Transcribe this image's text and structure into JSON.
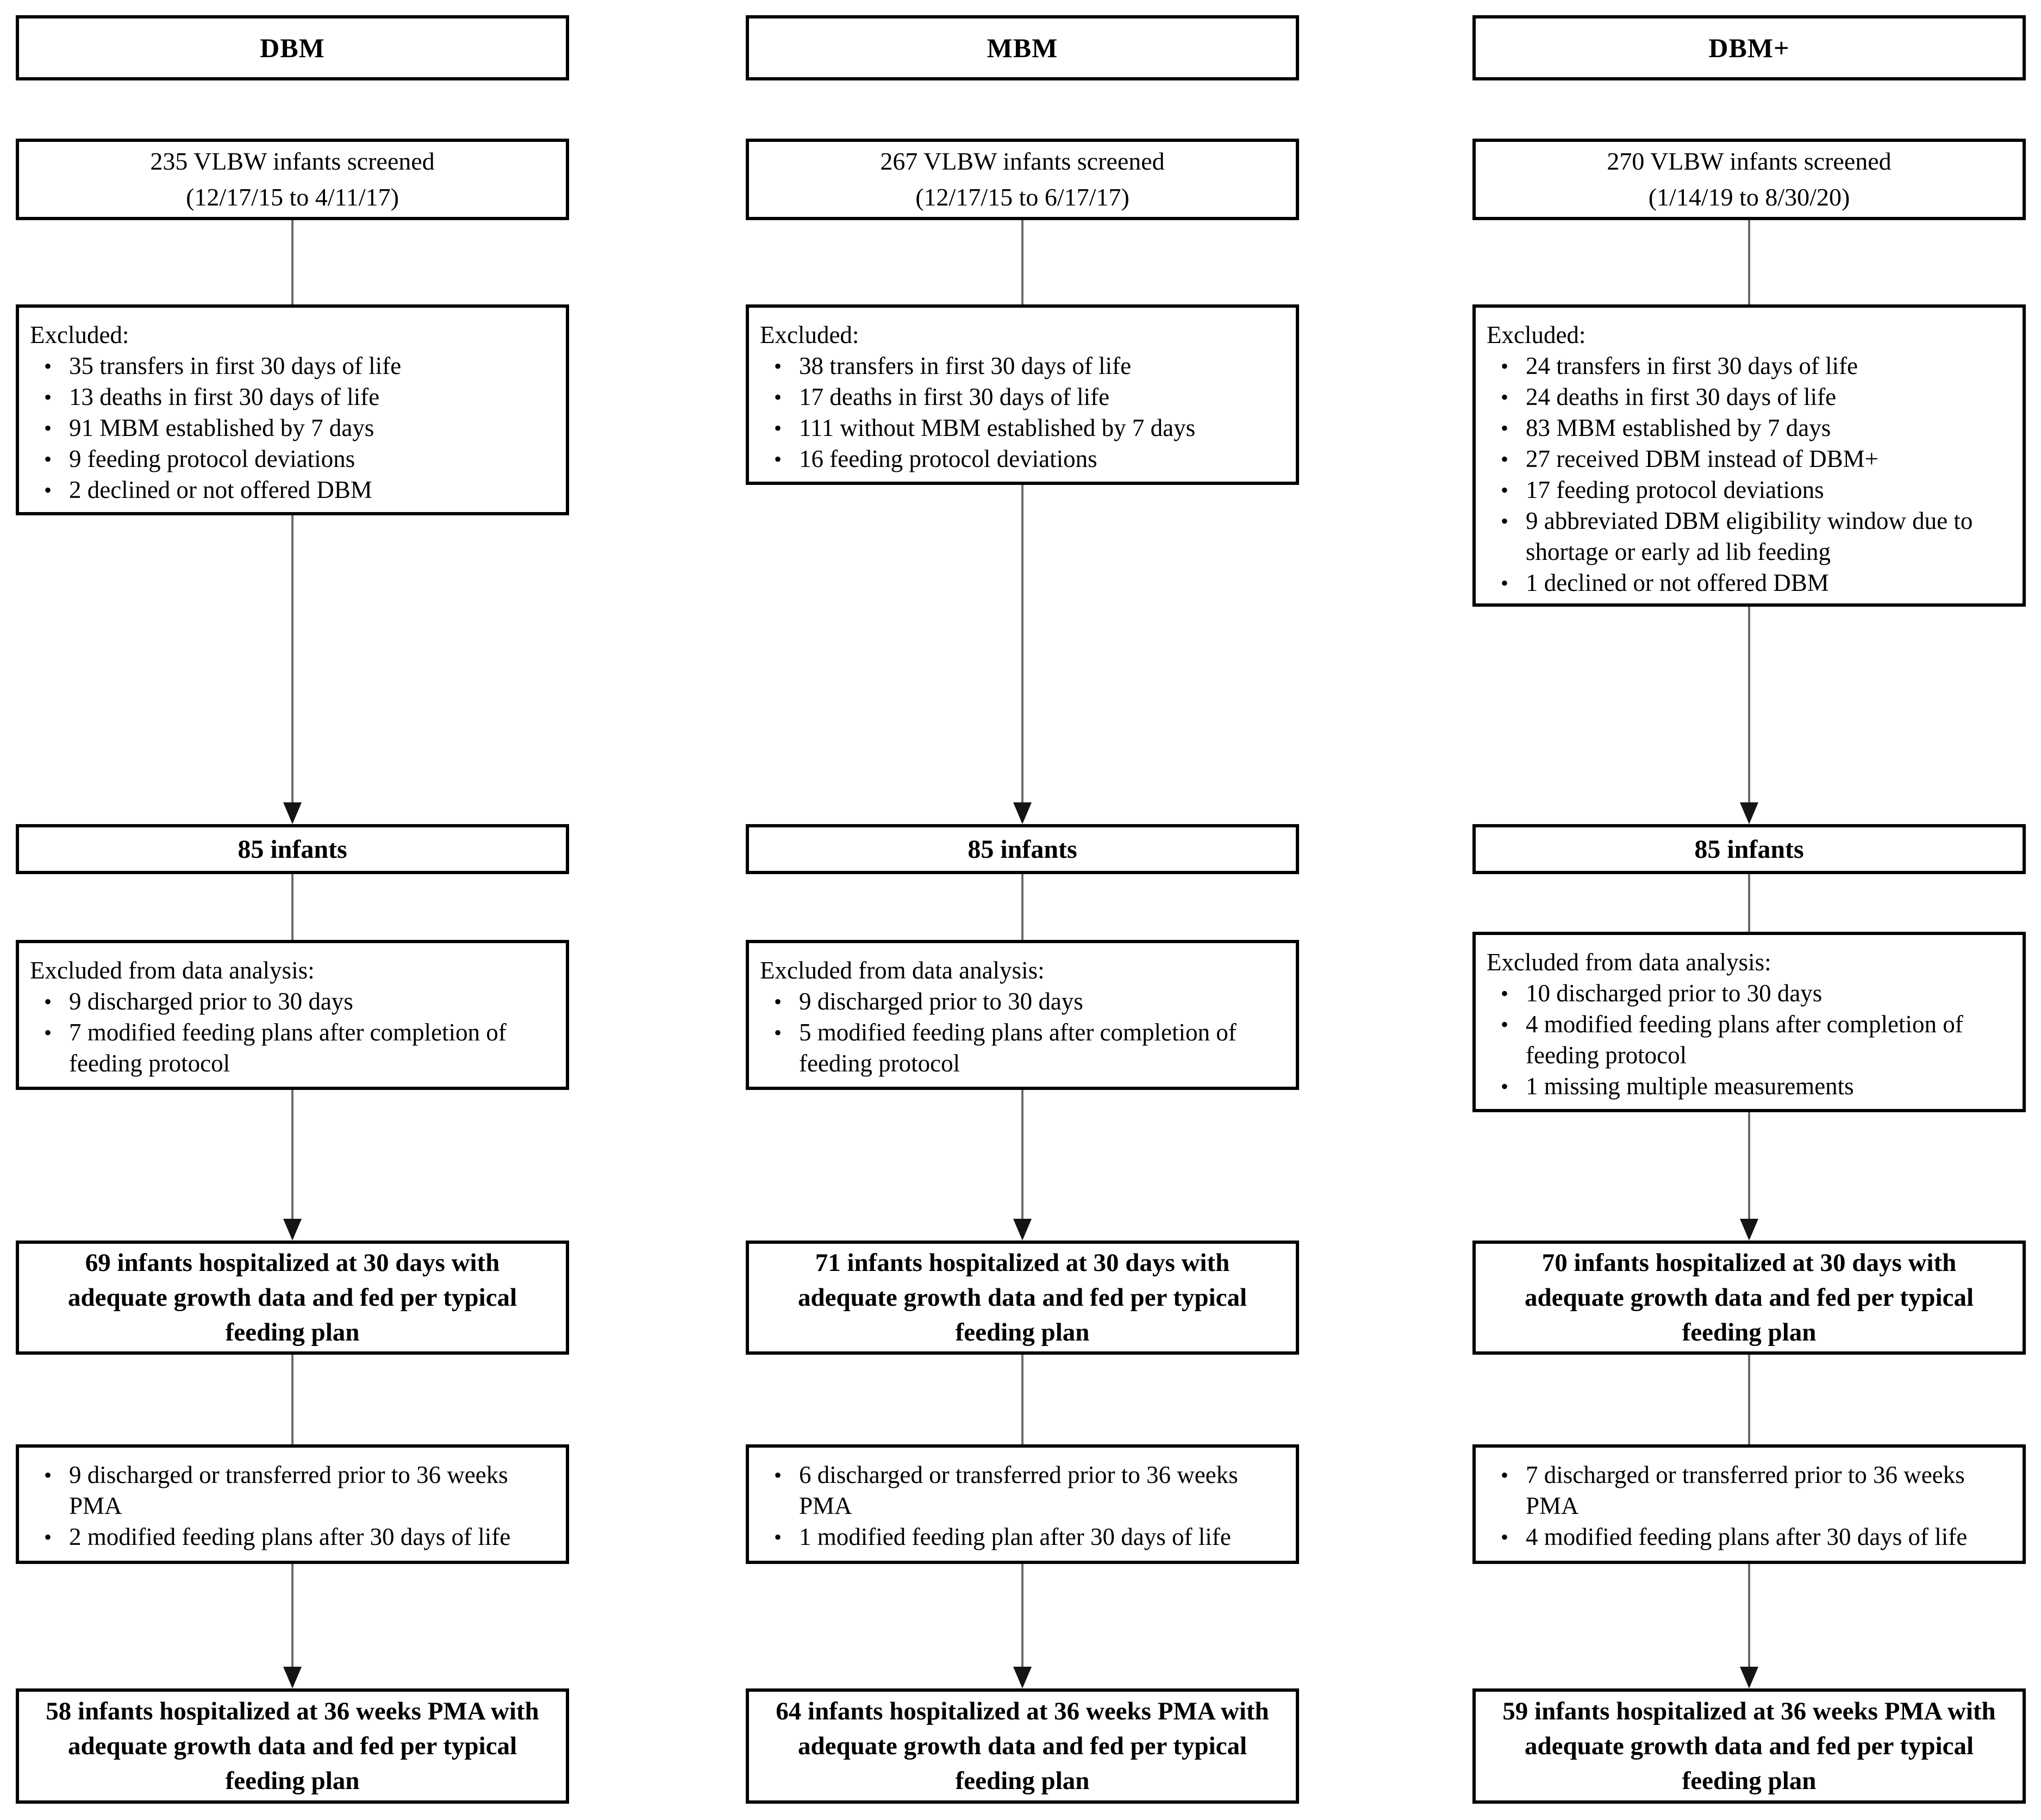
{
  "colors": {
    "background": "#ffffff",
    "box_border": "#000000",
    "connector": "#6b6b6b",
    "arrowhead": "#141414",
    "text": "#000000"
  },
  "columns": [
    {
      "key": "dbm",
      "header": "DBM",
      "screened_line1": "235 VLBW infants screened",
      "screened_line2": "(12/17/15 to 4/11/17)",
      "excluded": {
        "title": "Excluded:",
        "items": [
          "35 transfers in first 30 days of life",
          "13 deaths in first 30 days of life",
          "91 MBM established by 7 days",
          "9 feeding protocol deviations",
          "2 declined or not offered DBM"
        ]
      },
      "count": "85 infants",
      "analysis": {
        "title": "Excluded from data analysis:",
        "items": [
          "9 discharged prior to 30 days",
          "7 modified feeding plans after completion of feeding protocol"
        ]
      },
      "day30": "69 infants hospitalized at 30 days with adequate growth data and fed per typical feeding plan",
      "week36": {
        "items": [
          "9 discharged or transferred prior to 36 weeks PMA",
          "2 modified feeding plans after 30 days of life"
        ]
      },
      "final": "58 infants hospitalized at 36 weeks PMA with adequate growth data and fed per typical feeding plan"
    },
    {
      "key": "mbm",
      "header": "MBM",
      "screened_line1": "267 VLBW infants screened",
      "screened_line2": "(12/17/15 to 6/17/17)",
      "excluded": {
        "title": "Excluded:",
        "items": [
          "38 transfers in first 30 days of life",
          "17 deaths in first 30 days of life",
          "111 without MBM established by 7 days",
          "16 feeding protocol deviations"
        ]
      },
      "count": "85 infants",
      "analysis": {
        "title": "Excluded from data analysis:",
        "items": [
          "9 discharged prior to 30 days",
          "5 modified feeding plans after completion of feeding protocol"
        ]
      },
      "day30": "71 infants hospitalized at 30 days with adequate growth data and fed per typical feeding plan",
      "week36": {
        "items": [
          "6 discharged or transferred prior to 36 weeks PMA",
          "1 modified feeding plan after 30 days of life"
        ]
      },
      "final": "64 infants hospitalized at 36 weeks PMA with adequate growth data and fed per typical feeding plan"
    },
    {
      "key": "dbm-plus",
      "header": "DBM+",
      "screened_line1": "270 VLBW infants screened",
      "screened_line2": "(1/14/19 to 8/30/20)",
      "excluded": {
        "title": "Excluded:",
        "items": [
          "24 transfers in first 30 days of life",
          "24 deaths in first 30 days of life",
          "83 MBM established by 7 days",
          "27 received DBM instead of DBM+",
          "17 feeding protocol deviations",
          "9 abbreviated DBM eligibility window due to shortage or early ad lib feeding",
          "1 declined or not offered DBM"
        ]
      },
      "count": "85 infants",
      "analysis": {
        "title": "Excluded from data analysis:",
        "items": [
          "10 discharged prior to 30 days",
          "4 modified feeding plans after completion of feeding protocol",
          "1 missing multiple measurements"
        ]
      },
      "day30": "70 infants hospitalized at 30 days with adequate growth data and fed per typical feeding plan",
      "week36": {
        "items": [
          "7 discharged or transferred prior to 36 weeks PMA",
          "4 modified feeding plans after 30 days of life"
        ]
      },
      "final": "59 infants hospitalized at 36 weeks PMA with adequate growth data and fed per typical feeding plan"
    }
  ]
}
